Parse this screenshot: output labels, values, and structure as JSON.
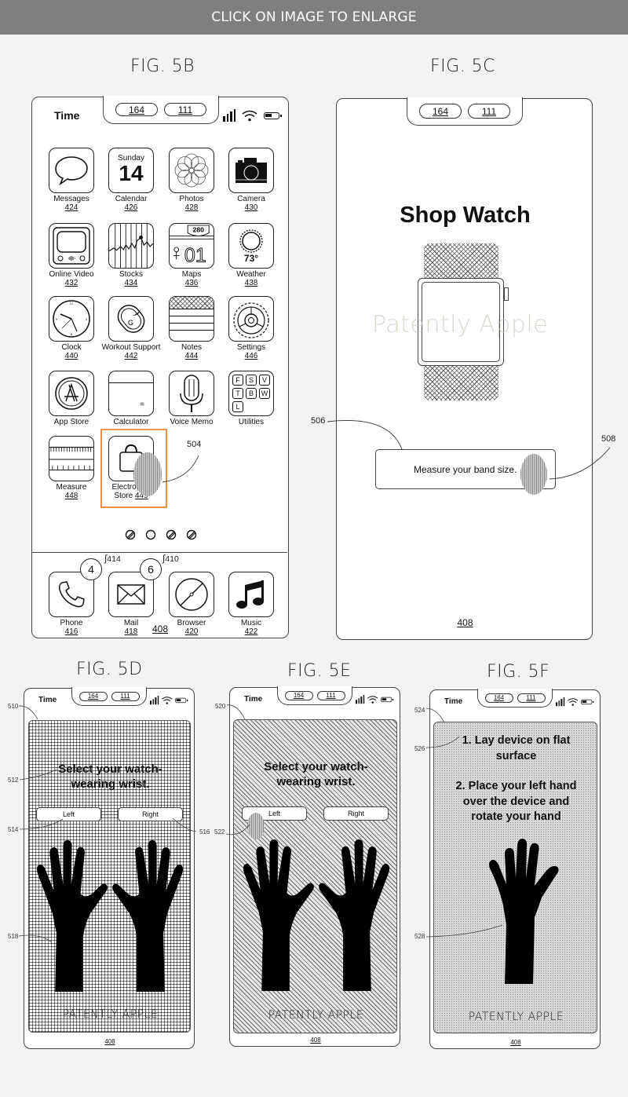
{
  "banner": {
    "text": "CLICK ON IMAGE TO ENLARGE"
  },
  "status_bar": {
    "time": "Time",
    "pill_left": "164",
    "pill_right": "111"
  },
  "fig_5b": {
    "title": "FIG. 5B",
    "apps": [
      {
        "name": "Messages",
        "ref": "424",
        "icon": "speech-bubble-icon"
      },
      {
        "name": "Calendar",
        "ref": "426",
        "icon": "calendar-icon",
        "day": "Sunday",
        "date": "14"
      },
      {
        "name": "Photos",
        "ref": "428",
        "icon": "photos-flower-icon"
      },
      {
        "name": "Camera",
        "ref": "430",
        "icon": "camera-icon"
      },
      {
        "name": "Online Video",
        "ref": "432",
        "icon": "tv-icon"
      },
      {
        "name": "Stocks",
        "ref": "434",
        "icon": "stocks-chart-icon"
      },
      {
        "name": "Maps",
        "ref": "436",
        "icon": "map-icon",
        "route": "280"
      },
      {
        "name": "Weather",
        "ref": "438",
        "icon": "sun-icon",
        "temp": "73°"
      },
      {
        "name": "Clock",
        "ref": "440",
        "icon": "clock-icon"
      },
      {
        "name": "Workout Support",
        "ref": "442",
        "icon": "workout-icon"
      },
      {
        "name": "Notes",
        "ref": "444",
        "icon": "notes-icon"
      },
      {
        "name": "Settings",
        "ref": "446",
        "icon": "gears-icon"
      },
      {
        "name": "App Store",
        "ref": "",
        "icon": "app-store-icon"
      },
      {
        "name": "Calculator",
        "ref": "",
        "icon": "calculator-icon"
      },
      {
        "name": "Voice Memo",
        "ref": "",
        "icon": "microphone-icon"
      },
      {
        "name": "Utilities",
        "ref": "",
        "icon": "utilities-grid-icon",
        "keys": [
          "F",
          "S",
          "V",
          "T",
          "B",
          "W",
          "L"
        ]
      },
      {
        "name": "Measure",
        "ref": "448",
        "icon": "ruler-icon"
      },
      {
        "name": "Electronics",
        "name_line2": "Store",
        "ref": "449",
        "icon": "shopping-bag-icon"
      }
    ],
    "touch_ref": "504",
    "page_dots": 4,
    "active_page": 2,
    "dock": [
      {
        "name": "Phone",
        "ref": "416",
        "badge": "4",
        "badge_ref": "414",
        "icon": "phone-icon"
      },
      {
        "name": "Mail",
        "ref": "418",
        "badge": "6",
        "badge_ref": "410",
        "icon": "mail-icon"
      },
      {
        "name": "Browser",
        "ref": "420",
        "icon": "compass-icon"
      },
      {
        "name": "Music",
        "ref": "422",
        "icon": "music-note-icon"
      }
    ],
    "device_ref": "408",
    "highlight_color": "#e8924a"
  },
  "fig_5c": {
    "title": "FIG. 5C",
    "heading": "Shop Watch",
    "watermark": "Patently Apple",
    "button": "Measure your band size.",
    "button_ref": "506",
    "touch_ref": "508",
    "device_ref": "408"
  },
  "fig_5d": {
    "title": "FIG. 5D",
    "screen_ref": "510",
    "prompt_line1": "Select your watch-",
    "prompt_line2": "wearing wrist.",
    "prompt_ref": "512",
    "left_btn": "Left",
    "right_btn": "Right",
    "left_ref": "514",
    "right_ref": "516",
    "hands_ref": "518",
    "watermark": "PATENTLY APPLE",
    "device_ref": "408"
  },
  "fig_5e": {
    "title": "FIG. 5E",
    "screen_ref": "520",
    "prompt_line1": "Select your watch-",
    "prompt_line2": "wearing wrist.",
    "left_btn": "Left",
    "right_btn": "Right",
    "touch_ref": "522",
    "watermark": "PATENTLY APPLE",
    "device_ref": "408"
  },
  "fig_5f": {
    "title": "FIG. 5F",
    "screen_ref": "524",
    "step1_line1": "1. Lay device on flat",
    "step1_line2": "surface",
    "step2_line1": "2. Place your left hand",
    "step2_line2": "over the device and",
    "step2_line3": "rotate your hand",
    "instructions_ref": "526",
    "hand_ref": "528",
    "watermark": "PATENTLY APPLE",
    "device_ref": "408"
  }
}
